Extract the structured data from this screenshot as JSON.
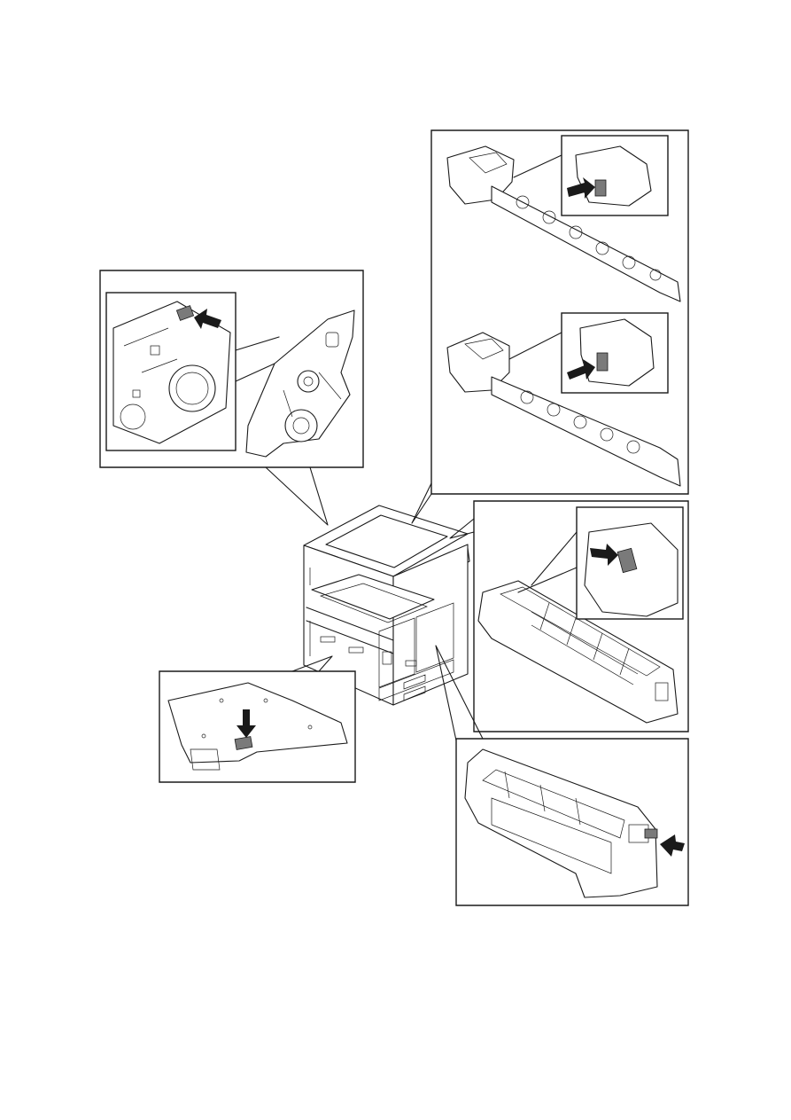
{
  "figure": {
    "description_free": true,
    "panels": [
      {
        "key": "drive-unit",
        "icon": "drive-unit-icon",
        "label_marker": "label-location-marker"
      },
      {
        "key": "transfer-roller-unit-upper",
        "icon": "roller-assembly-icon",
        "label_marker": "label-location-marker"
      },
      {
        "key": "transfer-roller-unit-lower",
        "icon": "roller-assembly-icon",
        "label_marker": "label-location-marker"
      },
      {
        "key": "fuser-unit",
        "icon": "fuser-unit-icon",
        "label_marker": "label-location-marker"
      },
      {
        "key": "laser-unit",
        "icon": "laser-unit-icon",
        "label_marker": "label-location-marker"
      },
      {
        "key": "drum-unit",
        "icon": "drum-unit-icon",
        "label_marker": "label-location-marker"
      }
    ],
    "colors": {
      "ink": "#1a1a1a",
      "label_fill": "#7a7a7a",
      "paper": "#ffffff"
    }
  }
}
